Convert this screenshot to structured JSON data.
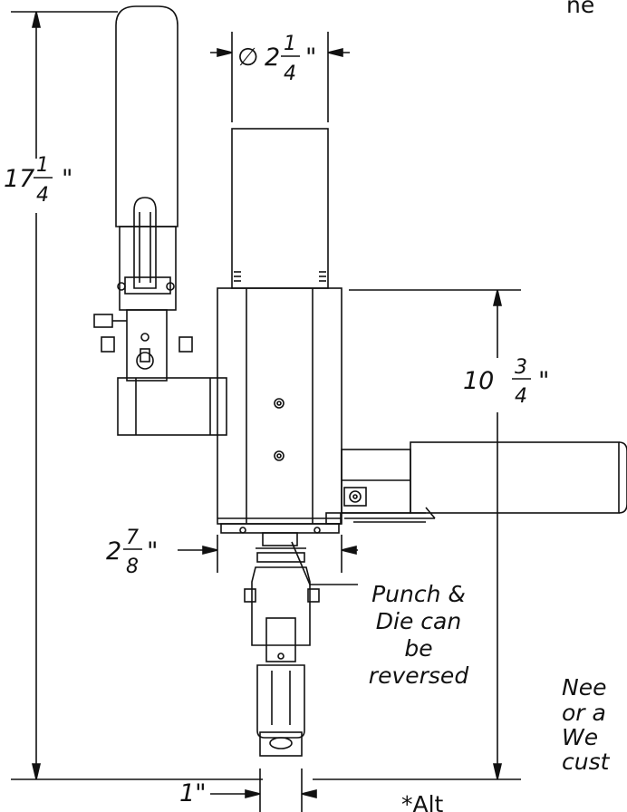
{
  "colors": {
    "line": "#111111",
    "background": "#ffffff"
  },
  "dimensions": {
    "overall_height": {
      "whole": "17",
      "num": "1",
      "den": "4",
      "unit": "\""
    },
    "body_height": {
      "whole": "10",
      "num": "3",
      "den": "4",
      "unit": "\""
    },
    "tube_diameter": {
      "symbol": "∅",
      "whole": "2",
      "num": "1",
      "den": "4",
      "unit": "\""
    },
    "body_width": {
      "whole": "2",
      "num": "7",
      "den": "8",
      "unit": "\""
    },
    "die_width": {
      "value": "1\""
    }
  },
  "callouts": {
    "punch_die": [
      "Punch &",
      "Die can",
      "be",
      "reversed"
    ]
  },
  "edge_text": {
    "top_right": "ne",
    "side_note": [
      "Nee",
      "or a",
      "We",
      "cust"
    ],
    "bottom": "*Alt"
  }
}
